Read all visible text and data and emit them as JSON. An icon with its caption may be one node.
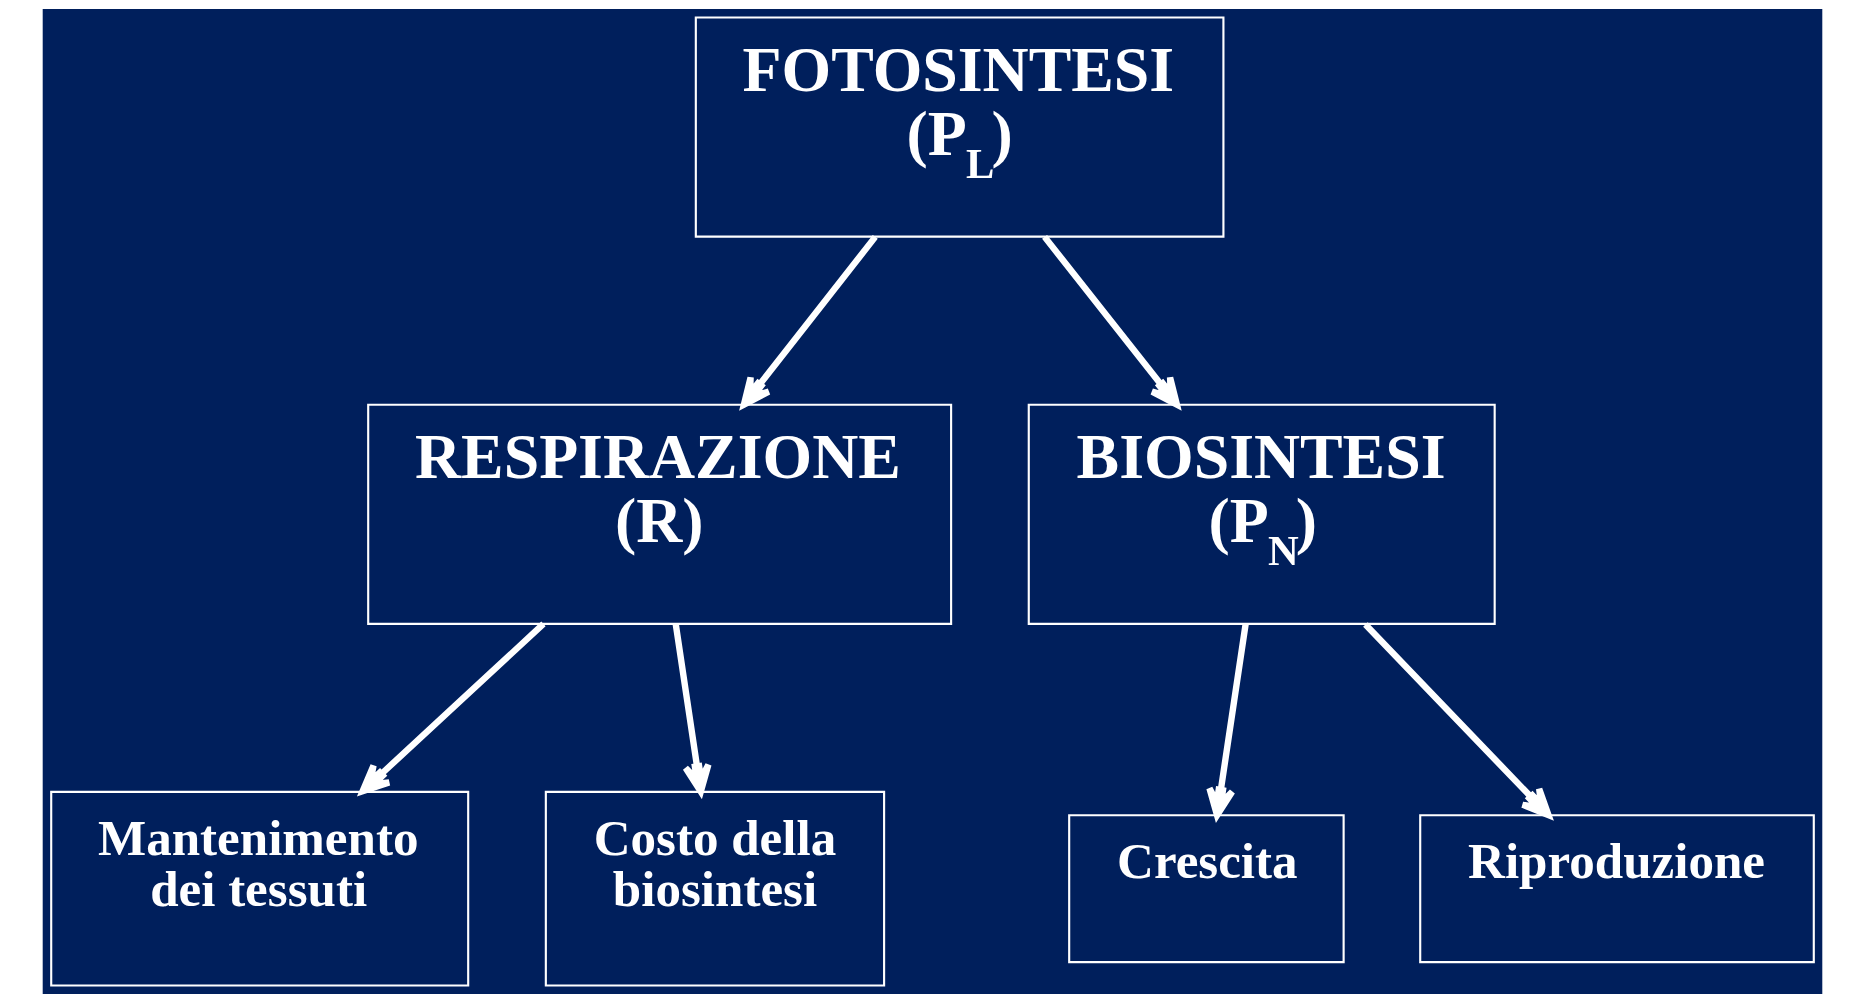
{
  "diagram": {
    "nodes": [
      {
        "text": [
          "FOTOSINTESI",
          "(P$_{L}$)"
        ]
      },
      {
        "text": [
          "RESPIRAZIONE",
          "(R)"
        ]
      },
      {
        "text": [
          "BIOSINTESI",
          "(P$_{N}$)"
        ]
      },
      {
        "text": [
          "Mantenimento dei tessuti"
        ]
      },
      {
        "text": [
          "Costo della biosintesi"
        ]
      },
      {
        "text": [
          "Crescita"
        ]
      },
      {
        "text": [
          "Riproduzione"
        ]
      }
    ],
    "edges": [
      {
        "from": 0,
        "to": 1,
        "arrow": "to"
      },
      {
        "from": 0,
        "to": 2,
        "arrow": "to"
      },
      {
        "from": 1,
        "to": 3,
        "arrow": "to"
      },
      {
        "from": 1,
        "to": 4,
        "arrow": "to"
      },
      {
        "from": 2,
        "to": 5,
        "arrow": "to"
      },
      {
        "from": 2,
        "to": 6,
        "arrow": "to"
      }
    ]
  }
}
